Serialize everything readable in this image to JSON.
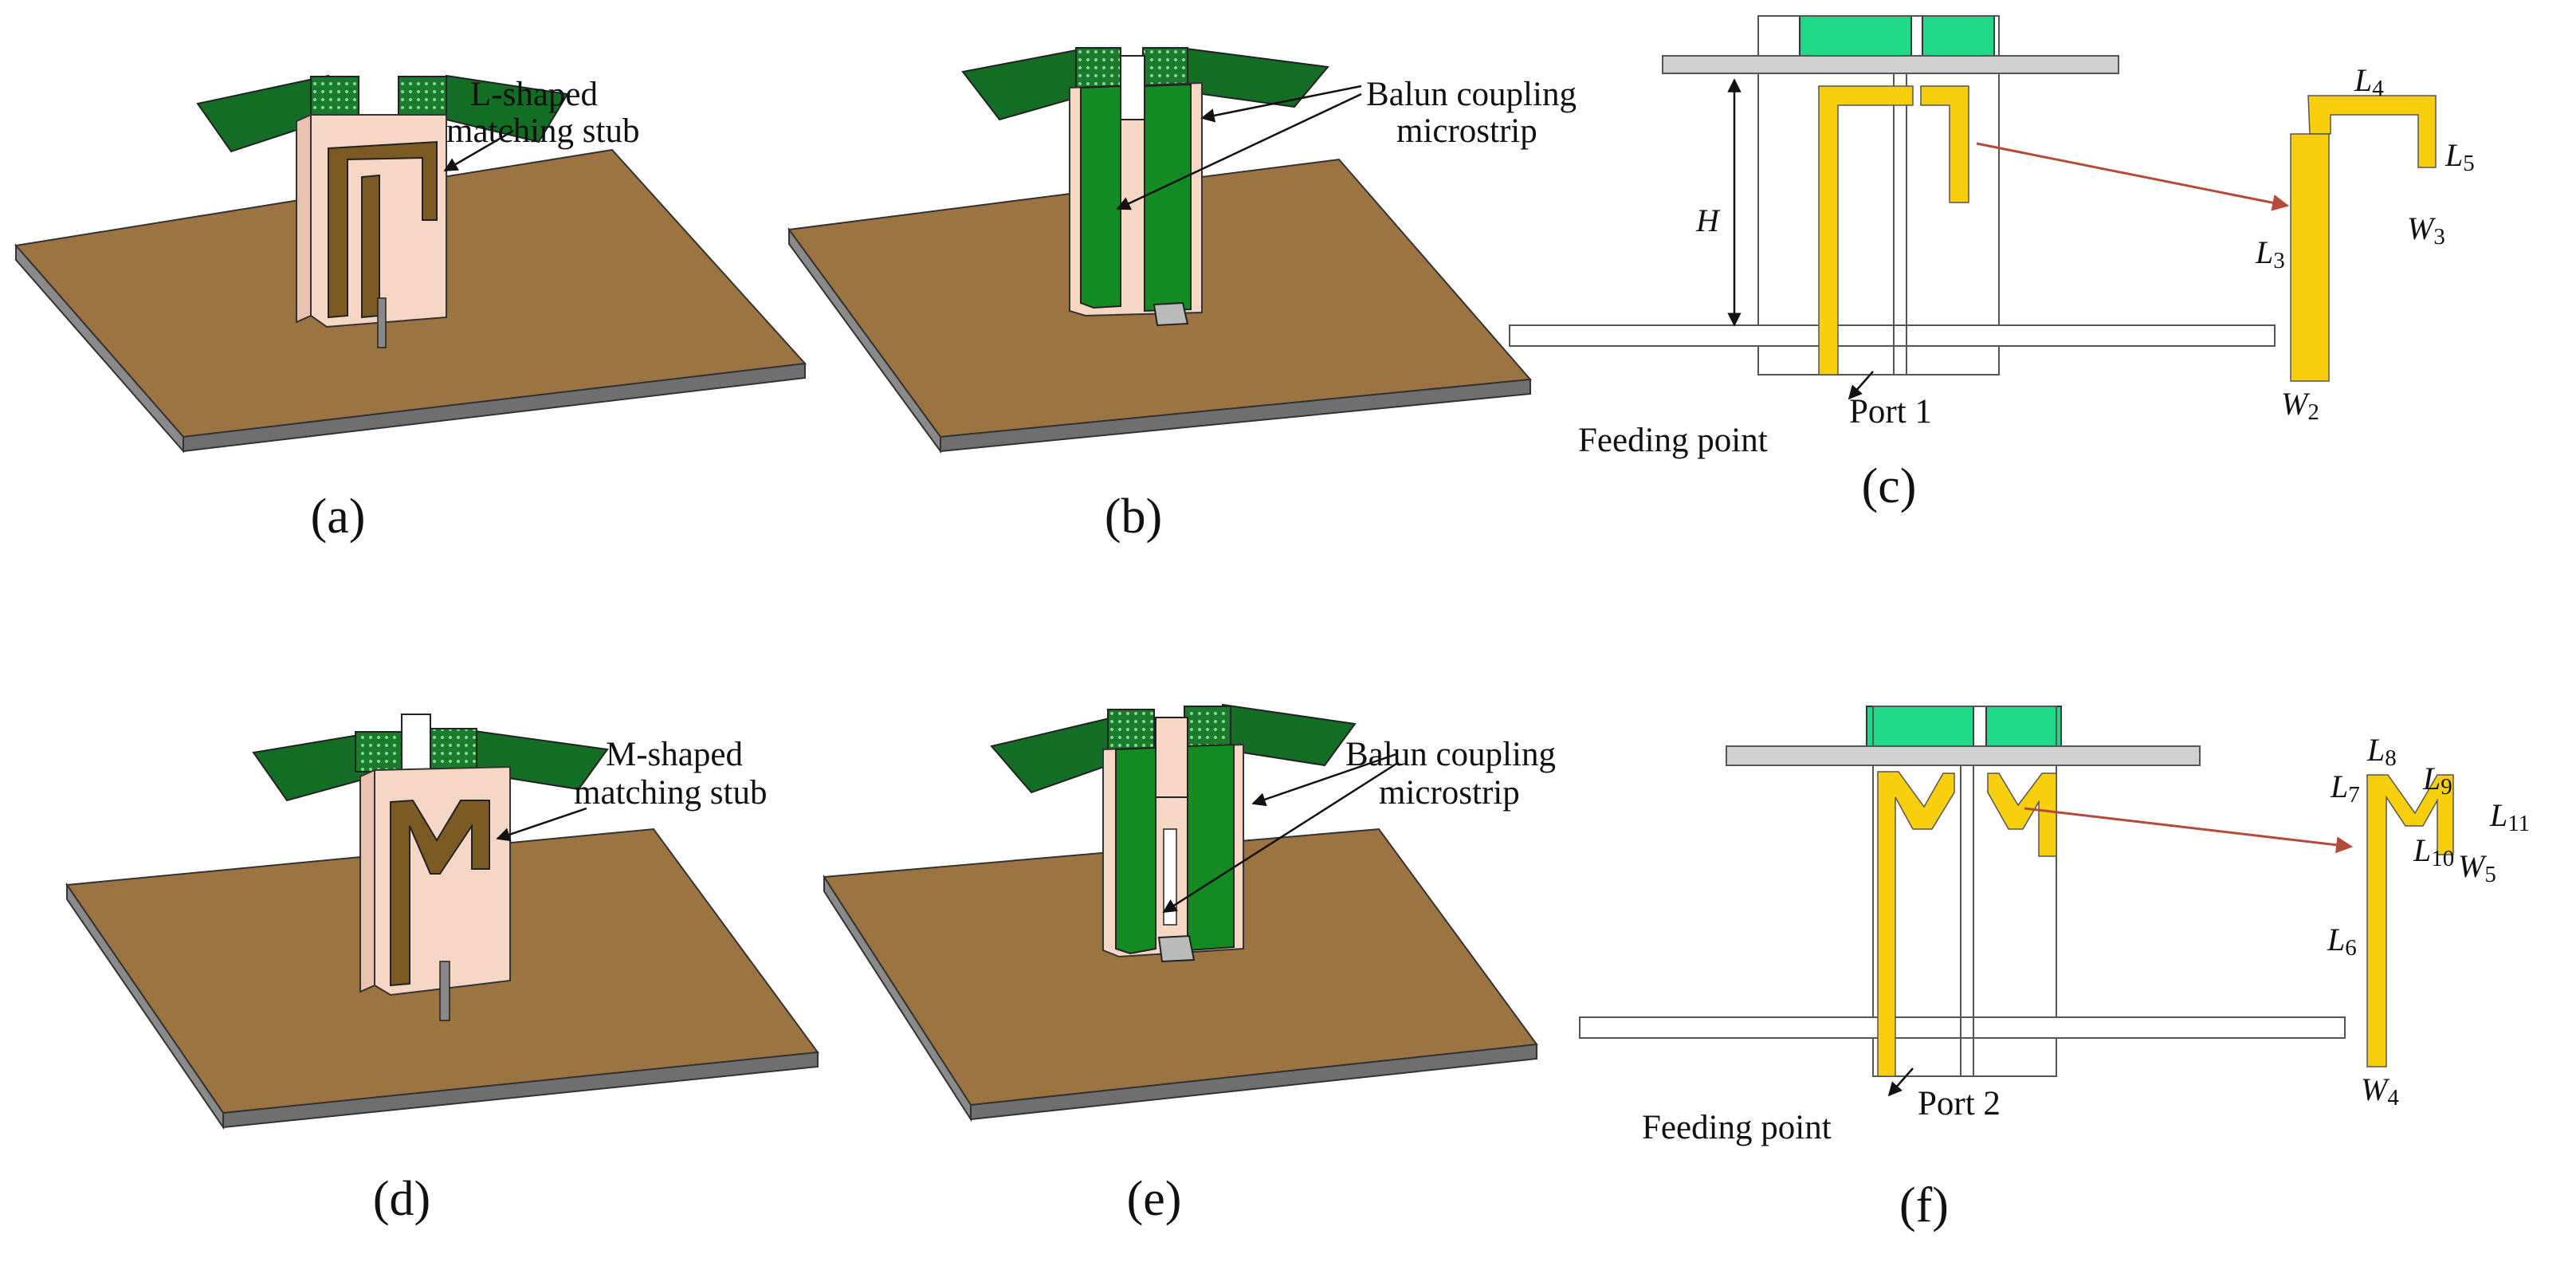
{
  "colors": {
    "ground_plane": "#9c7442",
    "ground_edge": "#6f6f6f",
    "substrate": "#f6d6c4",
    "microstrip_brown": "#7b5a24",
    "microstrip_green": "#138a22",
    "dipole_green": "#136d24",
    "dipole_light_green": "#1fd989",
    "stub_yellow": "#f7cf0c",
    "outline_gray": "#606060",
    "arrow_red": "#b5493a"
  },
  "panels": {
    "a": {
      "caption": "(a)",
      "annotation": [
        "L-shaped",
        "matching stub"
      ]
    },
    "b": {
      "caption": "(b)",
      "annotation": [
        "Balun coupling",
        "microstrip"
      ]
    },
    "c": {
      "caption": "(c)",
      "height_label": "H",
      "port_label": "Port 1",
      "feed_label": "Feeding point",
      "stub_labels": {
        "L3": {
          "letter": "L",
          "sub": "3"
        },
        "L4": {
          "letter": "L",
          "sub": "4"
        },
        "L5": {
          "letter": "L",
          "sub": "5"
        },
        "W2": {
          "letter": "W",
          "sub": "2"
        },
        "W3": {
          "letter": "W",
          "sub": "3"
        }
      }
    },
    "d": {
      "caption": "(d)",
      "annotation": [
        "M-shaped",
        "matching stub"
      ]
    },
    "e": {
      "caption": "(e)",
      "annotation": [
        "Balun coupling",
        "microstrip"
      ]
    },
    "f": {
      "caption": "(f)",
      "port_label": "Port 2",
      "feed_label": "Feeding point",
      "stub_labels": {
        "L6": {
          "letter": "L",
          "sub": "6"
        },
        "L7": {
          "letter": "L",
          "sub": "7"
        },
        "L8": {
          "letter": "L",
          "sub": "8"
        },
        "L9": {
          "letter": "L",
          "sub": "9"
        },
        "L10": {
          "letter": "L",
          "sub": "10"
        },
        "L11": {
          "letter": "L",
          "sub": "11"
        },
        "W4": {
          "letter": "W",
          "sub": "4"
        },
        "W5": {
          "letter": "W",
          "sub": "5"
        }
      }
    }
  }
}
